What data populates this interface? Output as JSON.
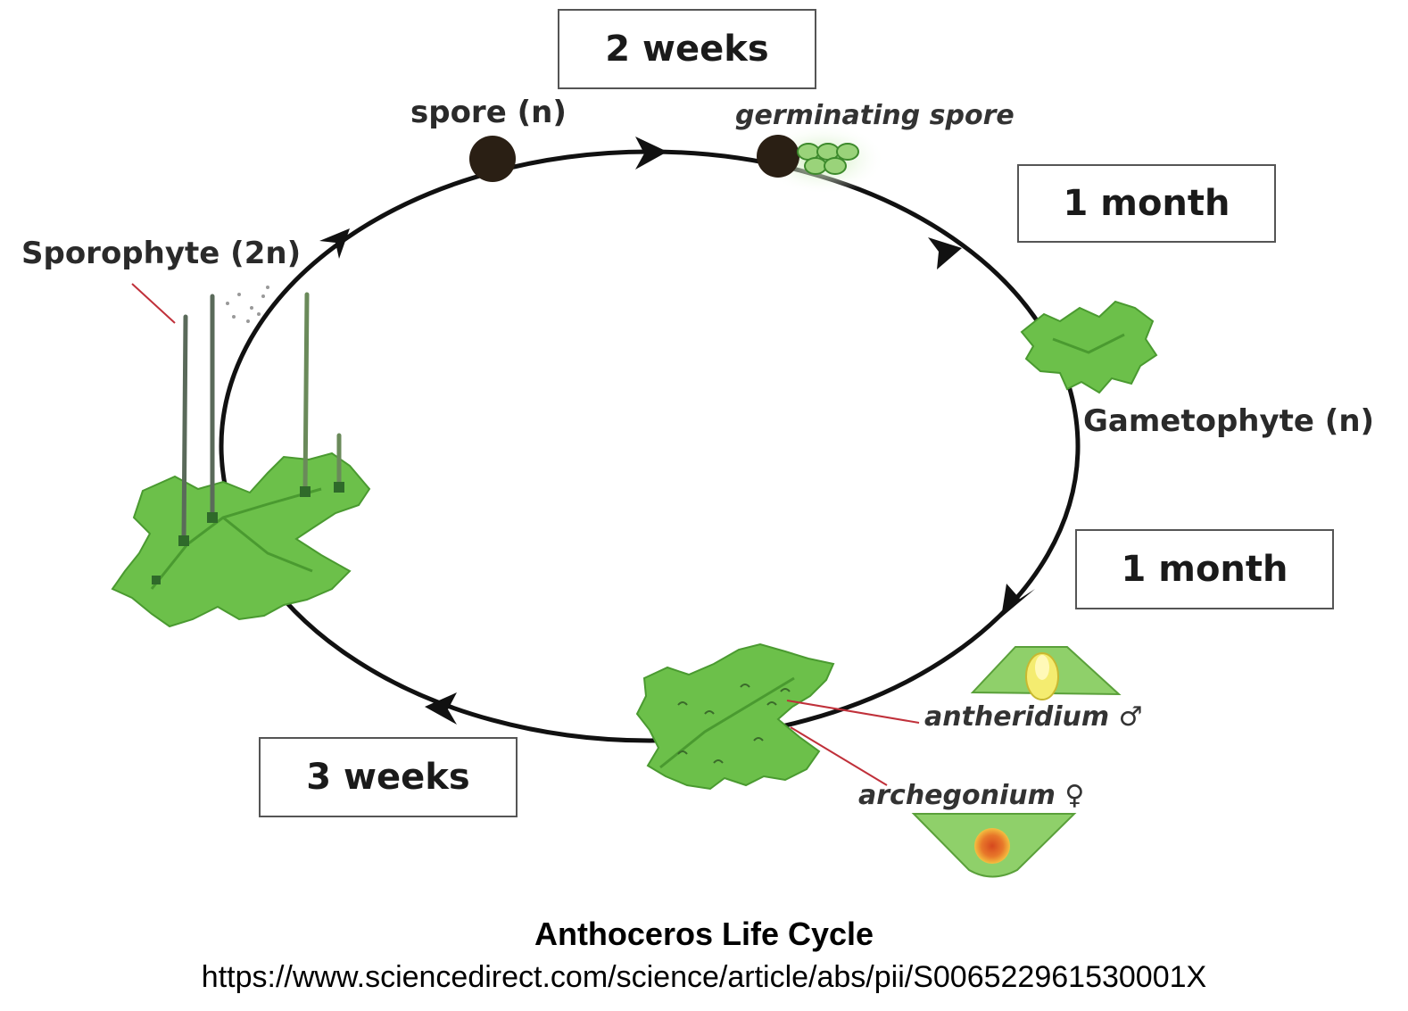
{
  "boxes": {
    "top": "2 weeks",
    "right_upper": "1 month",
    "right_lower": "1 month",
    "bottom_left": "3 weeks"
  },
  "labels": {
    "spore": "spore (n)",
    "germinating_spore": "germinating spore",
    "sporophyte": "Sporophyte (2n)",
    "gametophyte": "Gametophyte (n)",
    "antheridium": "antheridium",
    "archegonium": "archegonium"
  },
  "symbols": {
    "male": "♂",
    "female": "♀"
  },
  "caption": {
    "title": "Anthoceros Life Cycle",
    "url": "https://www.sciencedirect.com/science/article/abs/pii/S006522961530001X"
  },
  "colors": {
    "thallus": "#6cc04a",
    "thallus_dark": "#4a9a30",
    "cycle": "#111111",
    "pointer": "#c0303a"
  }
}
